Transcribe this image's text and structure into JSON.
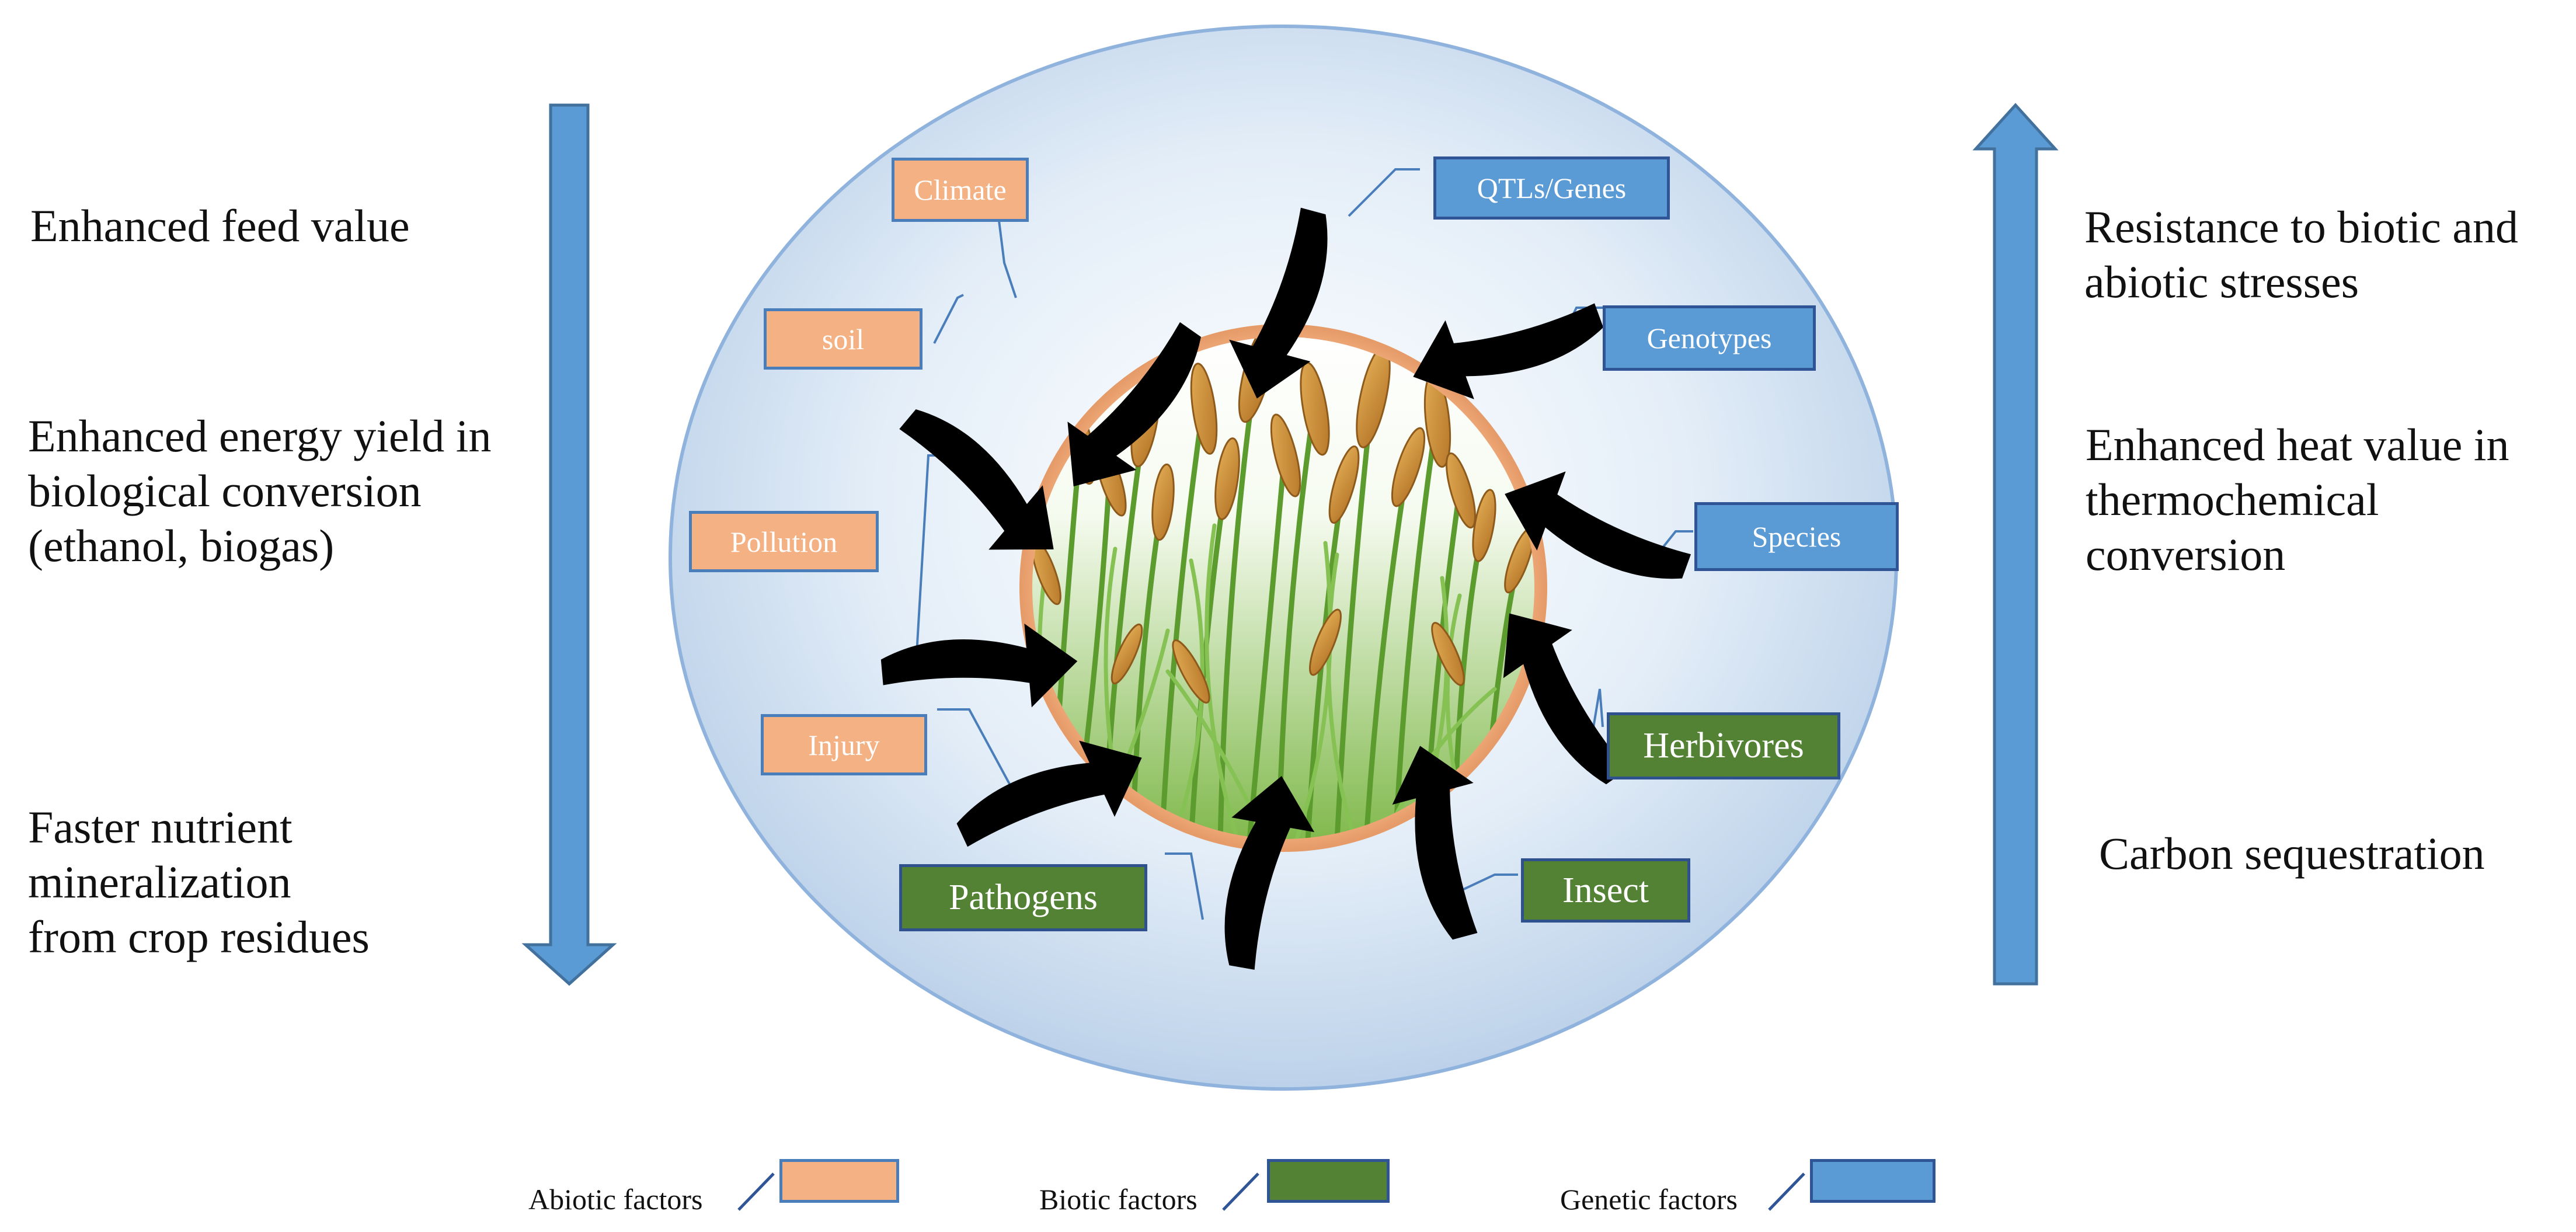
{
  "left_effects": {
    "feed": [
      "Enhanced feed value"
    ],
    "energy": [
      "Enhanced energy yield in",
      "biological conversion",
      "(ethanol, biogas)"
    ],
    "nutrient": [
      "Faster nutrient",
      "mineralization",
      "from crop residues"
    ]
  },
  "right_effects": {
    "resistance": [
      "Resistance to biotic and",
      "abiotic stresses"
    ],
    "heat": [
      "Enhanced heat value in",
      "thermochemical",
      "conversion"
    ],
    "carbon": [
      "Carbon sequestration"
    ]
  },
  "factors": {
    "climate": "Climate",
    "soil": "soil",
    "pollution": "Pollution",
    "injury": "Injury",
    "pathogens": "Pathogens",
    "insect": "Insect",
    "herbivores": "Herbivores",
    "species": "Species",
    "genotypes": "Genotypes",
    "qtls_genes": "QTLs/Genes"
  },
  "legend": {
    "abiotic": "Abiotic factors",
    "biotic": "Biotic factors",
    "genetic": "Genetic factors"
  },
  "colors": {
    "abiotic": "#f4b183",
    "biotic": "#548235",
    "genetic": "#5b9bd5",
    "side_arrow": "#5b9bd5",
    "center_ring": "#f4b183",
    "influence_arrow": "#000000"
  },
  "icons": {
    "center": "wheat-field-icon",
    "influence": "curved-arrow-icon"
  }
}
